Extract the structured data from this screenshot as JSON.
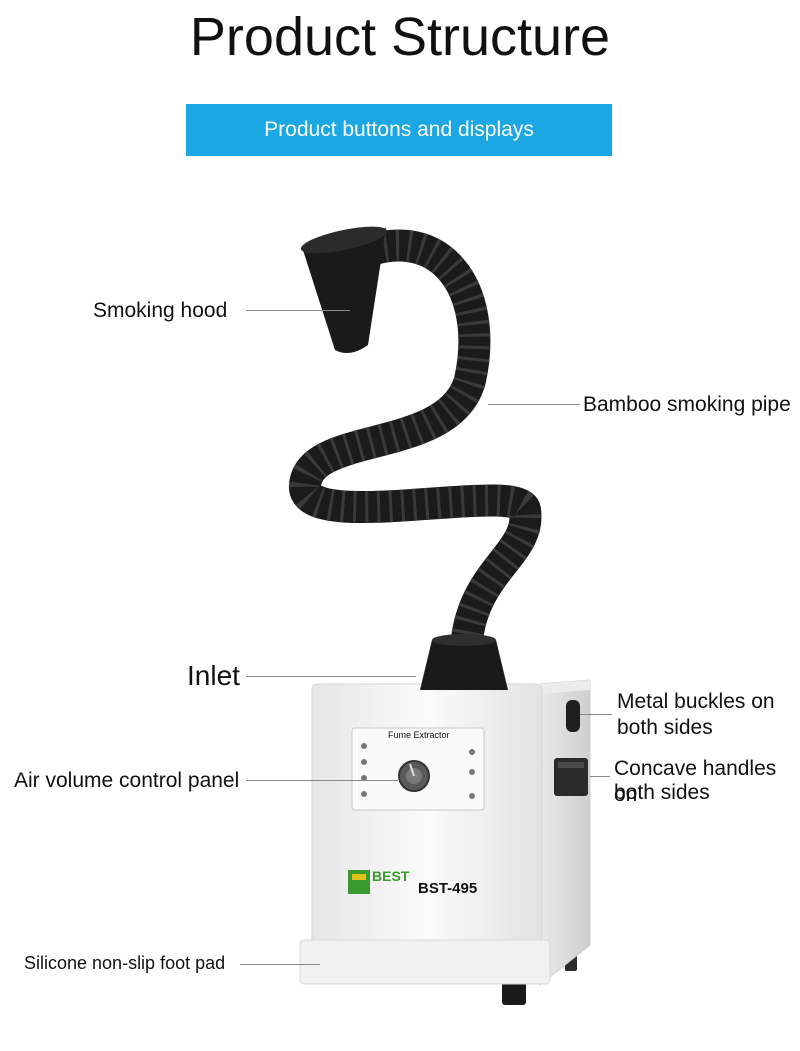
{
  "header": {
    "title": "Product Structure",
    "banner": "Product buttons and displays"
  },
  "labels": {
    "smoking_hood": "Smoking hood",
    "bamboo_pipe": "Bamboo smoking pipe",
    "inlet": "Inlet",
    "metal_buckles_line1": "Metal buckles on",
    "metal_buckles_line2": "both sides",
    "air_volume": "Air volume control panel",
    "concave_line1": "Concave handles on",
    "concave_line2": "both sides",
    "foot_pad": "Silicone non-slip foot pad"
  },
  "device": {
    "panel_title": "Fume Extractor",
    "brand": "BEST",
    "model": "BST-495"
  },
  "colors": {
    "banner": "#1aa7e3",
    "hose": "#1b1b1b",
    "body": "#f4f4f4",
    "logo_green": "#3b9a2f",
    "logo_yellow": "#e3c21c"
  }
}
